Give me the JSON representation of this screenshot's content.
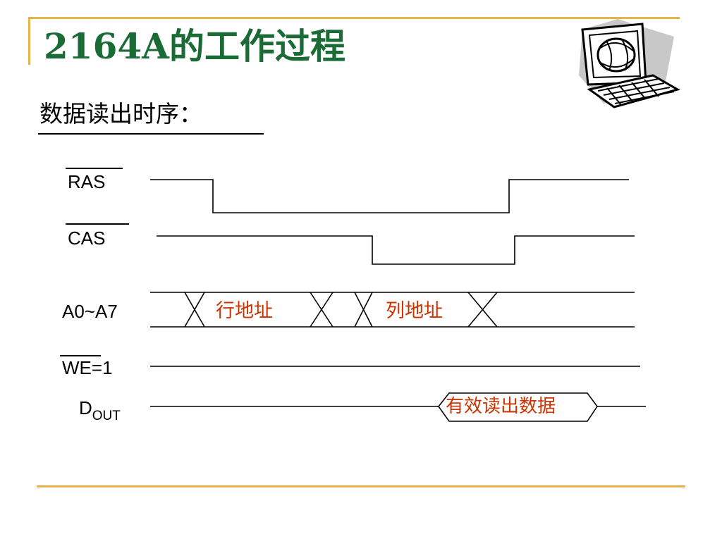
{
  "slide": {
    "title": "2164A的工作过程",
    "subtitle": "数据读出时序："
  },
  "signals": {
    "ras": "RAS",
    "cas": "CAS",
    "addr": "A0~A7",
    "we": "WE=1",
    "dout_main": "D",
    "dout_sub": "OUT"
  },
  "labels": {
    "row_address": "行地址",
    "col_address": "列地址",
    "valid_data": "有效读出数据"
  },
  "icons": {
    "clipart": "computer-clipart-icon"
  },
  "colors": {
    "title": "#1a6b36",
    "frame": "#e8b44a",
    "label": "#cc3300"
  }
}
